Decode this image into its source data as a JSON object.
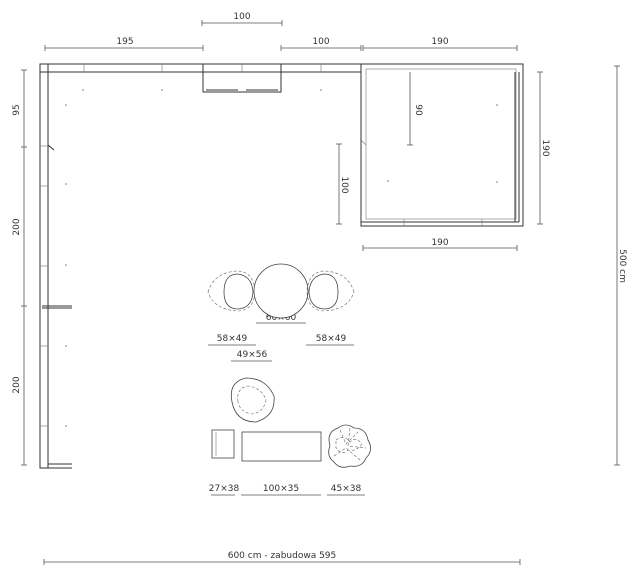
{
  "dimensions": {
    "top_gap": "100",
    "top_left": "195",
    "top_mid": "100",
    "top_right": "190",
    "room_inner_vertical": "90",
    "room_left_vertical": "100",
    "room_right_vertical": "190",
    "room_bottom": "190",
    "left_1": "95",
    "left_2": "200",
    "left_3": "200",
    "right_total": "500 cm",
    "bottom_total": "600 cm - zabudowa 595"
  },
  "furniture": {
    "table_label": "60×60",
    "chair_left_label": "58×49",
    "chair_right_label": "58×49",
    "armchair_label": "49×56",
    "side_table_label": "27×38",
    "bench_label": "100×35",
    "plant_label": "45×38"
  },
  "colors": {
    "line": "#444444",
    "dimension": "#555555",
    "background": "#ffffff"
  }
}
